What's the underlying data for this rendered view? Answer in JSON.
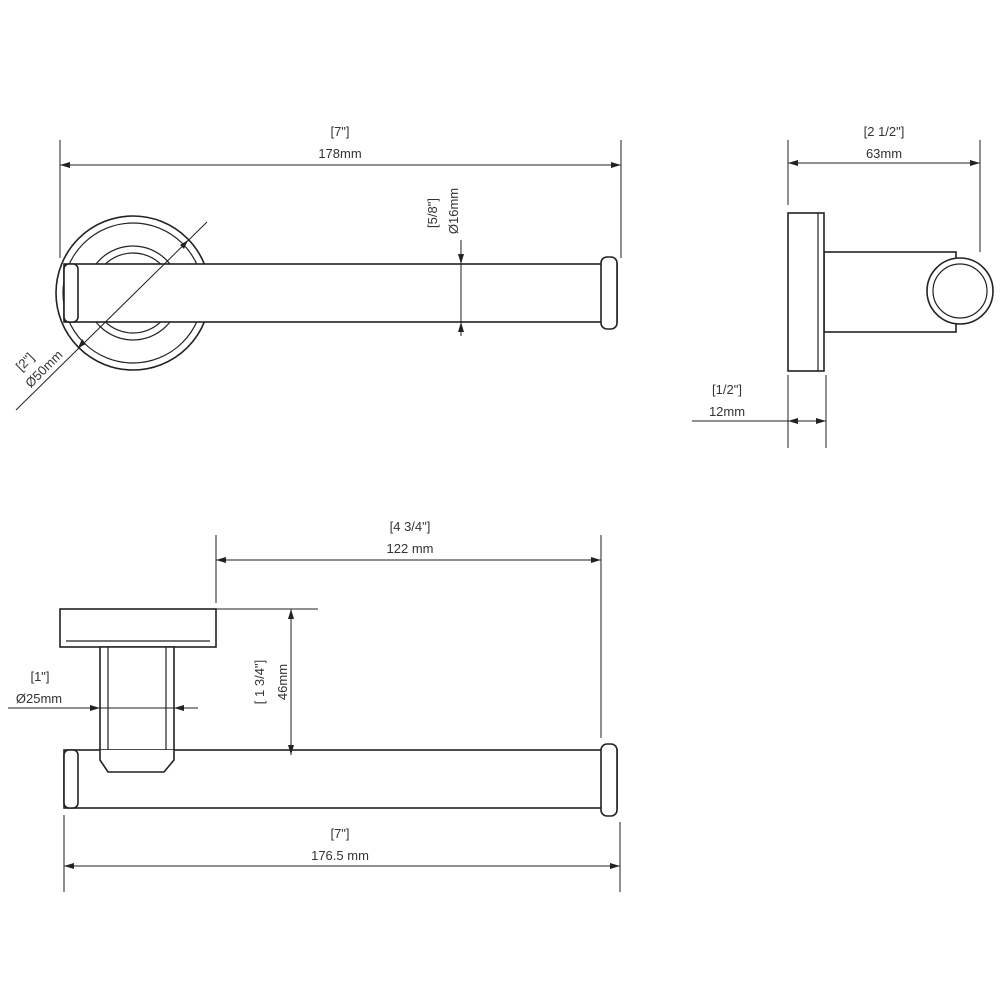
{
  "top_view": {
    "overall_width": {
      "imperial": "[7\"]",
      "metric": "178mm"
    },
    "bar_diameter": {
      "imperial": "[5/8\"]",
      "metric": "Ø16mm"
    },
    "flange_diameter": {
      "imperial": "[2\"]",
      "metric": "Ø50mm"
    }
  },
  "side_view": {
    "depth": {
      "imperial": "[2 1/2\"]",
      "metric": "63mm"
    },
    "flange_thickness": {
      "imperial": "[1/2\"]",
      "metric": "12mm"
    }
  },
  "front_view": {
    "bar_reach": {
      "imperial": "[4 3/4\"]",
      "metric": "122 mm"
    },
    "post_diameter": {
      "imperial": "[1\"]",
      "metric": "Ø25mm"
    },
    "projection": {
      "imperial": "[ 1 3/4\"]",
      "metric": "46mm"
    },
    "overall_width": {
      "imperial": "[7\"]",
      "metric": "176.5 mm"
    }
  }
}
